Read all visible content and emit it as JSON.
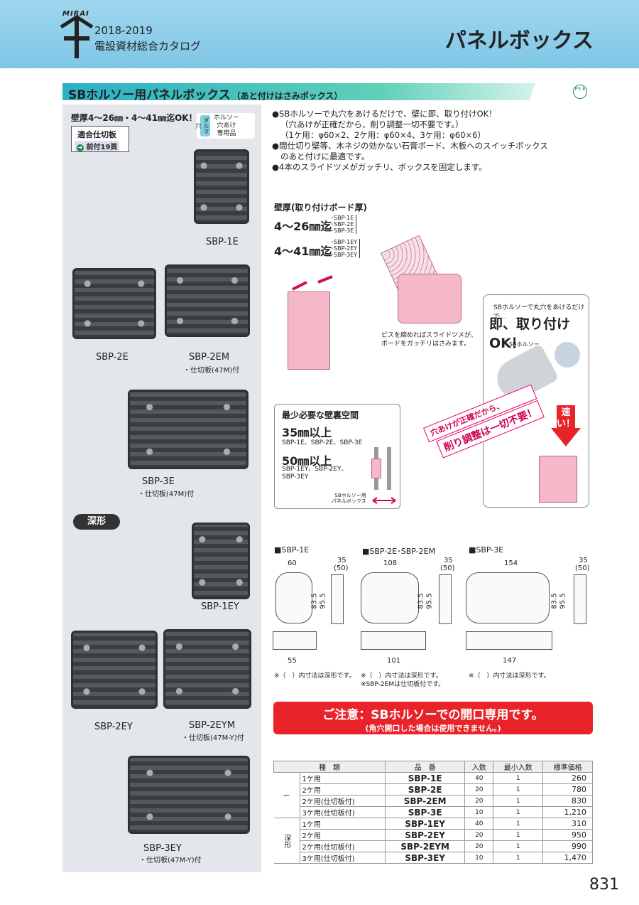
{
  "header": {
    "logo_text": "MIRAI",
    "catalog_year": "2018-2019",
    "catalog_name": "電設資材総合カタログ",
    "page_title": "パネルボックス"
  },
  "section": {
    "title": "SBホルソー用パネルボックス",
    "subtitle": "（あと付けはさみボックス）",
    "pse_mark": "PS E"
  },
  "left": {
    "wall_note": "壁厚4〜26㎜・4〜41㎜迄OK！",
    "fit_label": "適合仕切板",
    "fit_link": "前付19頁",
    "holso_tag_left": "ダルマ穴",
    "holso_tag_right": [
      "ホルソー",
      "穴あけ",
      "専用品"
    ],
    "deep_tag": "深形",
    "products": [
      {
        "label": "SBP-1E",
        "sub": ""
      },
      {
        "label": "SBP-2E",
        "sub": ""
      },
      {
        "label": "SBP-2EM",
        "sub": "・仕切板(47M)付"
      },
      {
        "label": "SBP-3E",
        "sub": "・仕切板(47M)付"
      },
      {
        "label": "SBP-1EY",
        "sub": ""
      },
      {
        "label": "SBP-2EY",
        "sub": ""
      },
      {
        "label": "SBP-2EYM",
        "sub": "・仕切板(47M-Y)付"
      },
      {
        "label": "SBP-3EY",
        "sub": "・仕切板(47M-Y)付"
      }
    ]
  },
  "features": [
    "●SBホルソーで丸穴をあけるだけで、壁に即、取り付けOK！",
    "（穴あけが正確だから、削り調整一切不要です。）",
    "（1ケ用：φ60×2、2ケ用：φ60×4、3ケ用：φ60×6）",
    "●間仕切り壁等、木ネジの効かない石膏ボード、木板へのスイッチボックス",
    "のあと付けに最適です。",
    "●4本のスライドツメがガッチリ、ボックスを固定します。"
  ],
  "diagram": {
    "wall_head": "壁厚(取り付けボード厚)",
    "range1": "4〜26㎜迄",
    "range1_models": [
      "･SBP-1E",
      "･SBP-2E",
      "･SBP-3E"
    ],
    "range2": "4〜41㎜迄",
    "range2_models": [
      "･SBP-1EY",
      "･SBP-2EY",
      "･SBP-3EY"
    ],
    "screw_note": [
      "ビスを締めればスライドツメが、",
      "ボードをガッチリはさみます。"
    ],
    "space_title": "最少必要な壁裏空間",
    "space_v1": "35㎜以上",
    "space_m1": "SBP-1E、SBP-2E、SBP-3E",
    "space_v2": "50㎜以上",
    "space_m2": "SBP-1EY、SBP-2EY、SBP-3EY",
    "space_caption": [
      "SBホルソー用",
      "パネルボックス"
    ],
    "rb_head": "SBホルソーで丸穴をあけるだけで…",
    "rb_big": "即、取り付けOK！",
    "rb_small": "SBホルソー",
    "fast": "速い！",
    "banner1": "穴あけが正確だから、",
    "banner2": "削り調整は一切不要！"
  },
  "dimensions": {
    "groups": [
      {
        "title": "■SBP-1E",
        "width": "60",
        "depth": "35",
        "depth_deep": "(50)",
        "h1": "83.5",
        "h2": "95.5",
        "bottom": "55",
        "note": [
          "※（　）内寸法は深形です。"
        ]
      },
      {
        "title": "■SBP-2E･SBP-2EM",
        "width": "108",
        "depth": "35",
        "depth_deep": "(50)",
        "h1": "83.5",
        "h2": "95.5",
        "bottom": "101",
        "note": [
          "※（　）内寸法は深形です。",
          "※SBP-2EMは仕切板付です。"
        ]
      },
      {
        "title": "■SBP-3E",
        "width": "154",
        "depth": "35",
        "depth_deep": "(50)",
        "h1": "83.5",
        "h2": "95.5",
        "bottom": "147",
        "note": [
          "※（　）内寸法は深形です。"
        ]
      }
    ]
  },
  "caution": {
    "line1": "ご注意：SBホルソーでの開口専用です。",
    "line2": "(角穴開口した場合は使用できません。)"
  },
  "table": {
    "headers": [
      "種　類",
      "品　番",
      "入数",
      "最小入数",
      "標準価格"
    ],
    "group1_label": "ー",
    "group2_label": "深形",
    "rows": [
      {
        "kind": "1ケ用",
        "code": "SBP-1E",
        "qty": "40",
        "min": "1",
        "price": "260"
      },
      {
        "kind": "2ケ用",
        "code": "SBP-2E",
        "qty": "20",
        "min": "1",
        "price": "780"
      },
      {
        "kind": "2ケ用(仕切板付)",
        "code": "SBP-2EM",
        "qty": "20",
        "min": "1",
        "price": "830"
      },
      {
        "kind": "3ケ用(仕切板付)",
        "code": "SBP-3E",
        "qty": "10",
        "min": "1",
        "price": "1,210"
      },
      {
        "kind": "1ケ用",
        "code": "SBP-1EY",
        "qty": "40",
        "min": "1",
        "price": "310"
      },
      {
        "kind": "2ケ用",
        "code": "SBP-2EY",
        "qty": "20",
        "min": "1",
        "price": "950"
      },
      {
        "kind": "2ケ用(仕切板付)",
        "code": "SBP-2EYM",
        "qty": "20",
        "min": "1",
        "price": "990"
      },
      {
        "kind": "3ケ用(仕切板付)",
        "code": "SBP-3EY",
        "qty": "10",
        "min": "1",
        "price": "1,470"
      }
    ]
  },
  "page_number": "831"
}
